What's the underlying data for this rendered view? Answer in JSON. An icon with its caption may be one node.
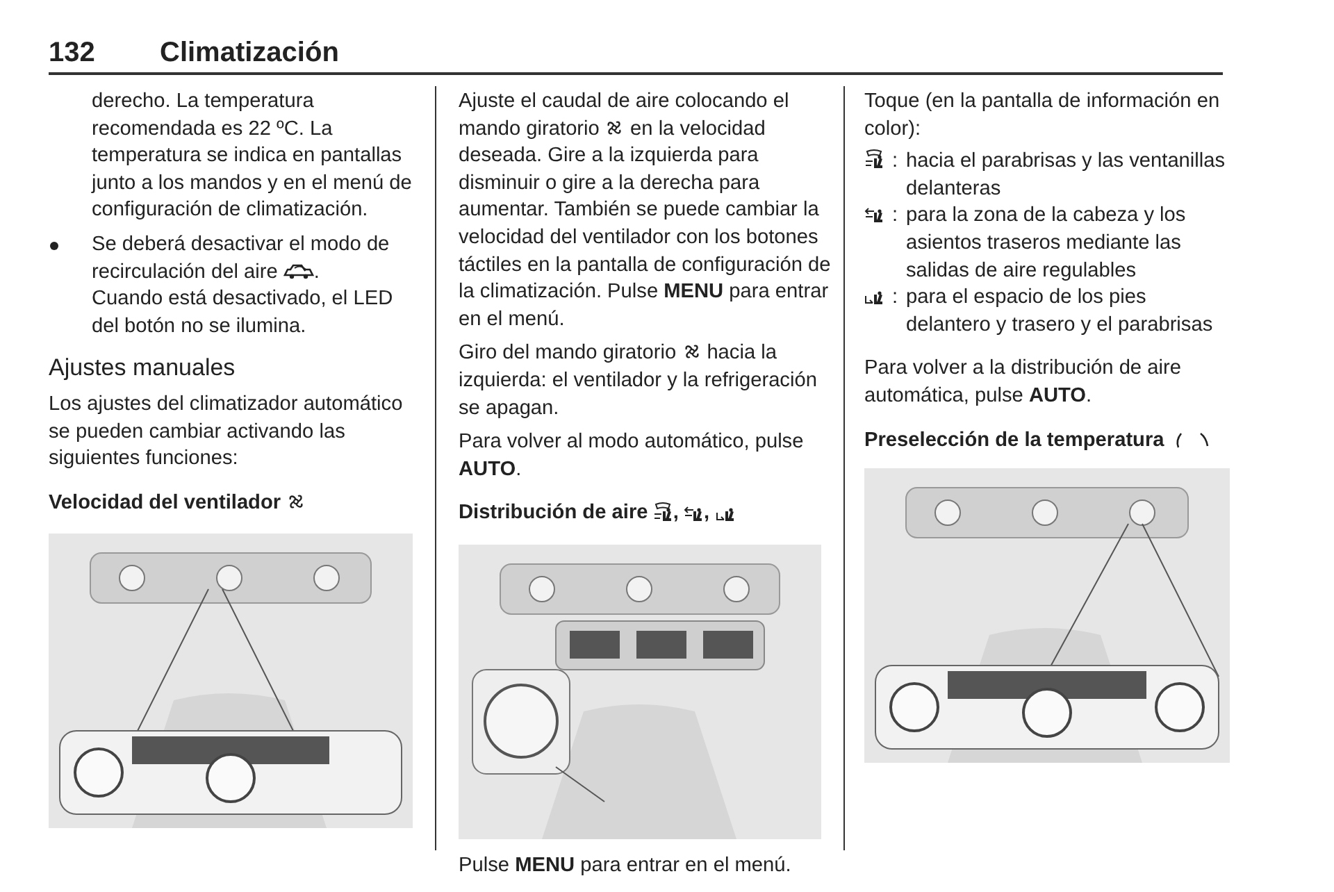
{
  "diagram": {
    "labels": [
      "132",
      "Climatización",
      "derecho. La temperatura recomendada es 22 ºC. La temperatura se indica en pantallas junto a los mandos y en el menú de configuración de climatización.",
      "Se deberá desactivar el modo de recirculación del aire",
      ".",
      "Cuando está desactivado, el LED del botón no se ilumina.",
      "Ajustes manuales",
      "Los ajustes del climatizador automático se pueden cambiar activando las siguientes funciones:",
      "Velocidad del ventilador",
      "Ajuste el caudal de aire colocando el mando giratorio",
      "en la velocidad deseada. Gire a la izquierda para disminuir o gire a la derecha para aumentar. También se puede cambiar la velocidad del ventilador con los botones táctiles en la pantalla de configuración de la climatización. Pulse **MENU** para entrar en el menú.",
      "Giro del mando giratorio",
      "hacia la izquierda: el ventilador y la refrigeración se apagan.",
      "Para volver al modo automático, pulse **AUTO**.",
      "Distribución de aire",
      ",",
      ",",
      "Pulse **MENU** para entrar en el menú.",
      "Toque (en la pantalla de información en color):",
      ":",
      "hacia el parabrisas y las ventanillas delanteras",
      ":",
      "para la zona de la cabeza y los asientos traseros mediante las salidas de aire regulables",
      ":",
      "para el espacio de los pies delantero y trasero y el parabrisas",
      "Para volver a la distribución de aire automática, pulse **AUTO**.",
      "Preselección de la temperatura"
    ]
  }
}
